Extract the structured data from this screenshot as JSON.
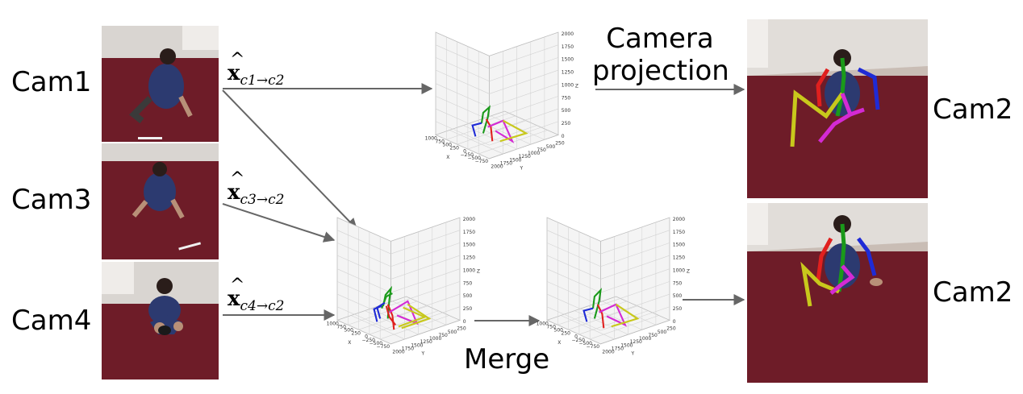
{
  "labels": {
    "cam1": "Cam1",
    "cam3": "Cam3",
    "cam4": "Cam4",
    "cam2_top": "Cam2",
    "cam2_bottom": "Cam2",
    "camera_projection_line1": "Camera",
    "camera_projection_line2": "projection",
    "merge": "Merge"
  },
  "transforms": {
    "c1": {
      "symbol": "x",
      "subscript": "c1→c2"
    },
    "c3": {
      "symbol": "x",
      "subscript": "c3→c2"
    },
    "c4": {
      "symbol": "x",
      "subscript": "c4→c2"
    }
  },
  "plot_ticks": {
    "z": [
      "2000",
      "1750",
      "1500",
      "1250",
      "1000",
      "750",
      "500",
      "250",
      "0"
    ],
    "x": [
      "1000",
      "750",
      "500",
      "250",
      "0",
      "−250",
      "−500",
      "−750"
    ],
    "y": [
      "2000",
      "1750",
      "1500",
      "1250",
      "1000",
      "750",
      "500",
      "250"
    ],
    "x_axis": "X",
    "y_axis": "Y",
    "z_axis": "Z"
  },
  "colors": {
    "arrow": "#666666",
    "carpet": "#6e1c28",
    "wall": "#e8e4e0",
    "skeleton_blue": "#1f2bd6",
    "skeleton_red": "#e0201e",
    "skeleton_green": "#1a9a1a",
    "skeleton_magenta": "#d42ad4",
    "skeleton_yellow": "#c8c81c"
  }
}
